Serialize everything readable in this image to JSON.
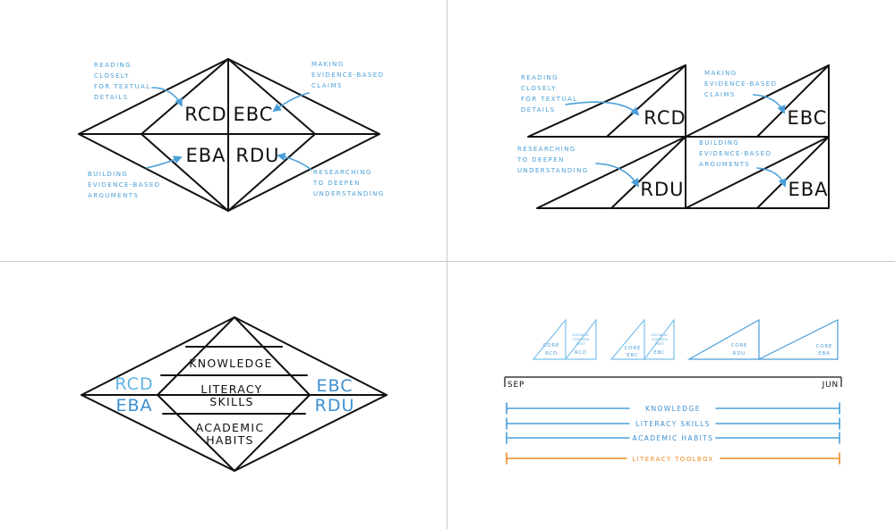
{
  "panel1": {
    "codes": [
      "RCD",
      "EBC",
      "EBA",
      "RDU"
    ],
    "notes": {
      "rcd": [
        "READING",
        "CLOSELY",
        "FOR TEXTUAL",
        "DETAILS"
      ],
      "ebc": [
        "MAKING",
        "EVIDENCE-BASED",
        "CLAIMS"
      ],
      "eba": [
        "BUILDING",
        "EVIDENCE-BASED",
        "ARGUMENTS"
      ],
      "rdu": [
        "RESEARCHING",
        "TO DEEPEN",
        "UNDERSTANDING"
      ]
    }
  },
  "panel2": {
    "codes": [
      "RCD",
      "EBC",
      "RDU",
      "EBA"
    ],
    "notes": {
      "rcd": [
        "READING",
        "CLOSELY",
        "FOR TEXTUAL",
        "DETAILS"
      ],
      "ebc": [
        "MAKING",
        "EVIDENCE-BASED",
        "CLAIMS"
      ],
      "rdu": [
        "RESEARCHING",
        "TO DEEPEN",
        "UNDERSTANDING"
      ],
      "eba": [
        "BUILDING",
        "EVIDENCE-BASED",
        "ARGUMENTS"
      ]
    }
  },
  "panel3": {
    "layers": [
      [
        "KNOWLEDGE"
      ],
      [
        "LITERACY",
        "SKILLS"
      ],
      [
        "ACADEMIC",
        "HABITS"
      ]
    ],
    "left_codes": [
      "RCD",
      "EBA"
    ],
    "right_codes": [
      "EBC",
      "RDU"
    ]
  },
  "panel4": {
    "units": [
      [
        "CORE",
        "RCD"
      ],
      [
        "LOCALLY",
        "CHOSEN",
        "TEXT",
        "RCD"
      ],
      [
        "CORE",
        "EBC"
      ],
      [
        "LOCALLY",
        "CHOSEN",
        "TEXT",
        "EBC"
      ],
      [
        "CORE",
        "RDU"
      ],
      [
        "CORE",
        "EBA"
      ]
    ],
    "start_month": "SEP",
    "end_month": "JUN",
    "bars": [
      "KNOWLEDGE",
      "LITERACY SKILLS",
      "ACADEMIC HABITS"
    ],
    "toolbox": "LITERACY TOOLBOX"
  },
  "colors": {
    "ink": "#111111",
    "blue": "#4a9fd8",
    "light_blue": "#7cc0ea",
    "orange": "#f08a24",
    "divider": "#cccccc"
  }
}
